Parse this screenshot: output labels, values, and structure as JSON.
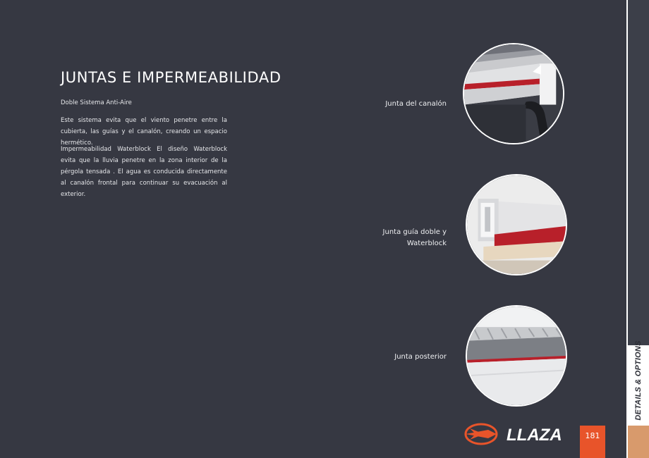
{
  "page": {
    "title": "JUNTAS E IMPERMEABILIDAD",
    "subtitle": "Doble Sistema Anti-Aire",
    "paragraphs": [
      "Este sistema evita que el viento penetre entre la cubierta, las guías y el canalón, creando un espacio hermético.",
      "Impermeabilidad Waterblock El diseño Waterblock evita que la lluvia penetre en la zona interior de la pérgola tensada . El agua es conducida directamente al canalón frontal para continuar su evacuación al exterior."
    ]
  },
  "details": [
    {
      "label": "Junta del canalón"
    },
    {
      "label": "Junta guía doble y\nWaterblock"
    },
    {
      "label": "Junta posterior"
    }
  ],
  "sidebar": {
    "label": "DETAILS & OPTIONS"
  },
  "footer": {
    "brand": "LLAZA",
    "page_number": "181"
  },
  "colors": {
    "background": "#363842",
    "accent_orange": "#e8542a",
    "sidebar_orange": "#d89a6c",
    "seal_red": "#b8202a"
  }
}
